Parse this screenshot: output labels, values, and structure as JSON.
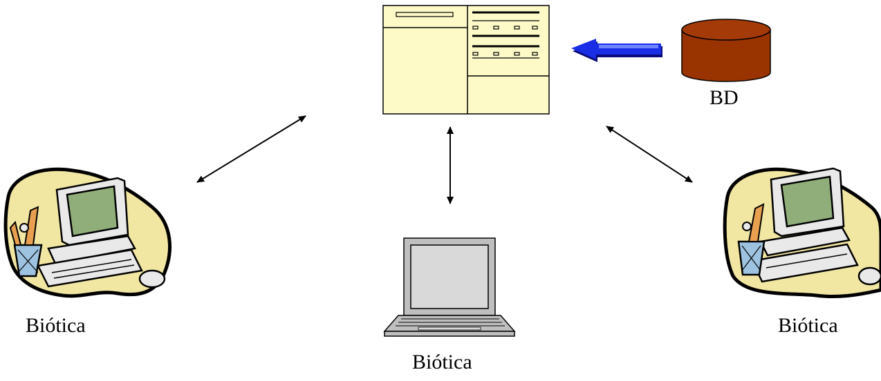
{
  "labels": {
    "left_client": "Biótica",
    "center_client": "Biótica",
    "right_client": "Biótica",
    "database": "BD"
  },
  "colors": {
    "server_panel": "#fdfac8",
    "database_body": "#993300",
    "flow_arrow": "#1a2ee6",
    "monitor_screen": "#8fae7a",
    "blob_background": "#f2e6a3",
    "laptop_gray": "#bfbfbf"
  }
}
